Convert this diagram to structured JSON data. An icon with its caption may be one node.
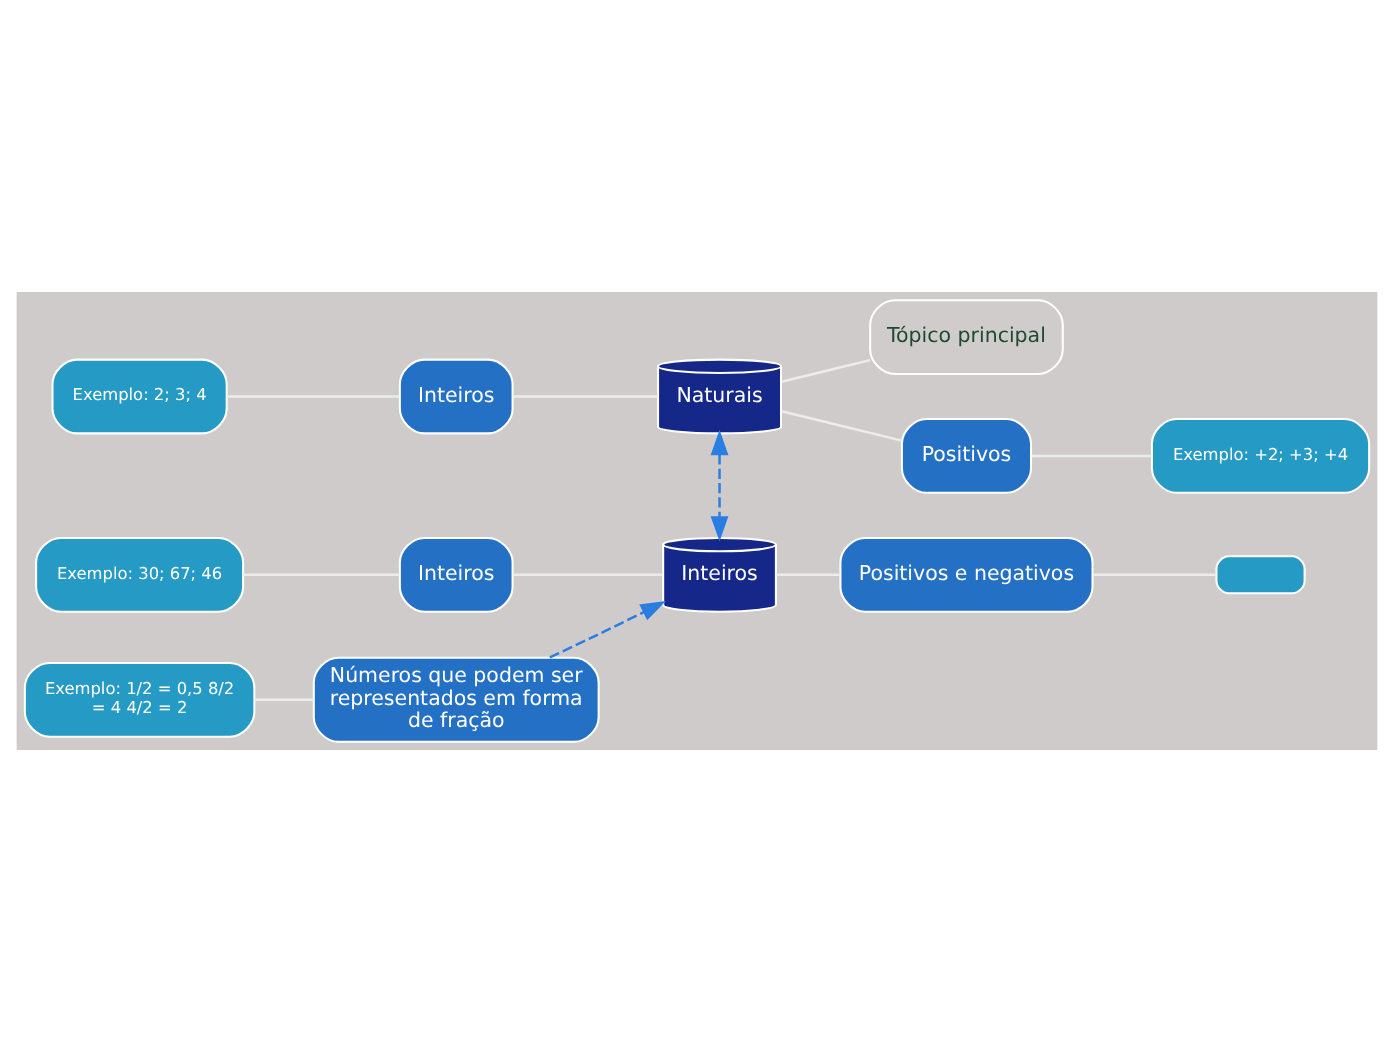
{
  "diagram": {
    "nodes": [
      {
        "text": [
          "Naturais"
        ]
      },
      {
        "text": [
          "Tópico principal"
        ]
      },
      {
        "text": [
          "Inteiros"
        ]
      },
      {
        "text": [
          "Exemplo: 2; 3; 4"
        ]
      },
      {
        "text": [
          "Positivos"
        ]
      },
      {
        "text": [
          "Exemplo: +2; +3; +4"
        ]
      },
      {
        "text": [
          "Inteiros"
        ]
      },
      {
        "text": [
          "Inteiros"
        ]
      },
      {
        "text": [
          "Exemplo: 30; 67; 46"
        ]
      },
      {
        "text": [
          "Positivos e negativos"
        ]
      },
      {
        "text": [],
        "shape": "box"
      },
      {
        "text": [
          "Números que podem ser representados em forma de fração"
        ]
      },
      {
        "text": [
          "Exemplo: 1/2 = 0,5 8/2 = 4 4/2 = 2"
        ]
      }
    ],
    "edges": [
      {
        "from": 0,
        "to": 1,
        "arrow": "none"
      },
      {
        "from": 2,
        "to": 0,
        "arrow": "none"
      },
      {
        "from": 3,
        "to": 2,
        "arrow": "none"
      },
      {
        "from": 0,
        "to": 4,
        "arrow": "none"
      },
      {
        "from": 4,
        "to": 5,
        "arrow": "none"
      },
      {
        "from": 7,
        "to": 6,
        "arrow": "none"
      },
      {
        "from": 8,
        "to": 7,
        "arrow": "none"
      },
      {
        "from": 6,
        "to": 9,
        "arrow": "none"
      },
      {
        "from": 9,
        "to": 10,
        "arrow": "none"
      },
      {
        "from": 12,
        "to": 11,
        "arrow": "none"
      },
      {
        "from": 0,
        "to": 6,
        "arrow": "both",
        "style": "dashed",
        "color": "#2a7de1"
      },
      {
        "from": 11,
        "to": 6,
        "arrow": "to",
        "style": "dashed",
        "color": "#2a7de1"
      }
    ]
  }
}
